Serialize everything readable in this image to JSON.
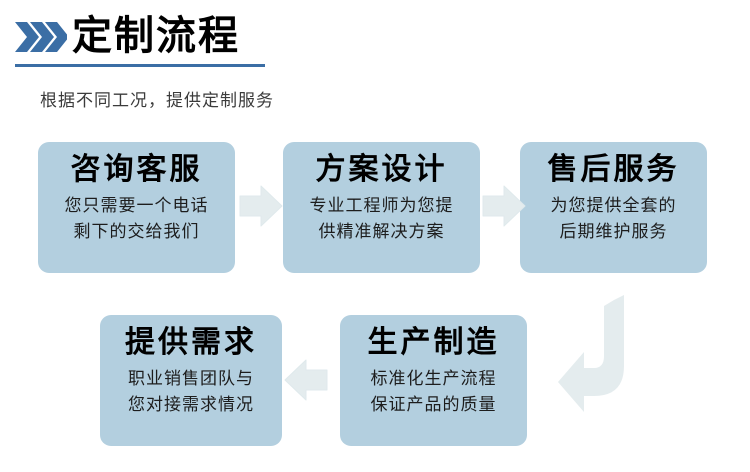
{
  "header": {
    "chevron_icon": "triple-chevron-right-icon",
    "title": "定制流程",
    "subtitle": "根据不同工况，提供定制服务",
    "accent_color": "#3b6ea5",
    "rule_color": "#3b6ea5"
  },
  "theme": {
    "card_bg": "#b3cfdf",
    "arrow_fill": "#e4ecee",
    "title_text": "#000000",
    "body_text": "#1d1d1d",
    "page_bg": "#ffffff"
  },
  "flow": {
    "steps": [
      {
        "id": "step-1",
        "title": "咨询客服",
        "lines": [
          "您只需要一个电话",
          "剩下的交给我们"
        ]
      },
      {
        "id": "step-2",
        "title": "方案设计",
        "lines": [
          "专业工程师为您提",
          "供精准解决方案"
        ]
      },
      {
        "id": "step-3",
        "title": "售后服务",
        "lines": [
          "为您提供全套的",
          "后期维护服务"
        ]
      },
      {
        "id": "step-4",
        "title": "提供需求",
        "lines": [
          "职业销售团队与",
          "您对接需求情况"
        ]
      },
      {
        "id": "step-5",
        "title": "生产制造",
        "lines": [
          "标准化生产流程",
          "保证产品的质量"
        ]
      }
    ],
    "connectors": [
      {
        "id": "connector-1",
        "icon": "arrow-right-icon",
        "from": "step-1",
        "to": "step-2"
      },
      {
        "id": "connector-2",
        "icon": "arrow-right-icon",
        "from": "step-2",
        "to": "step-3"
      },
      {
        "id": "connector-3",
        "icon": "arrow-left-icon",
        "from": "step-5",
        "to": "step-4"
      },
      {
        "id": "connector-4",
        "icon": "arrow-u-turn-left-icon",
        "from": "step-3",
        "to": "step-5"
      }
    ]
  }
}
